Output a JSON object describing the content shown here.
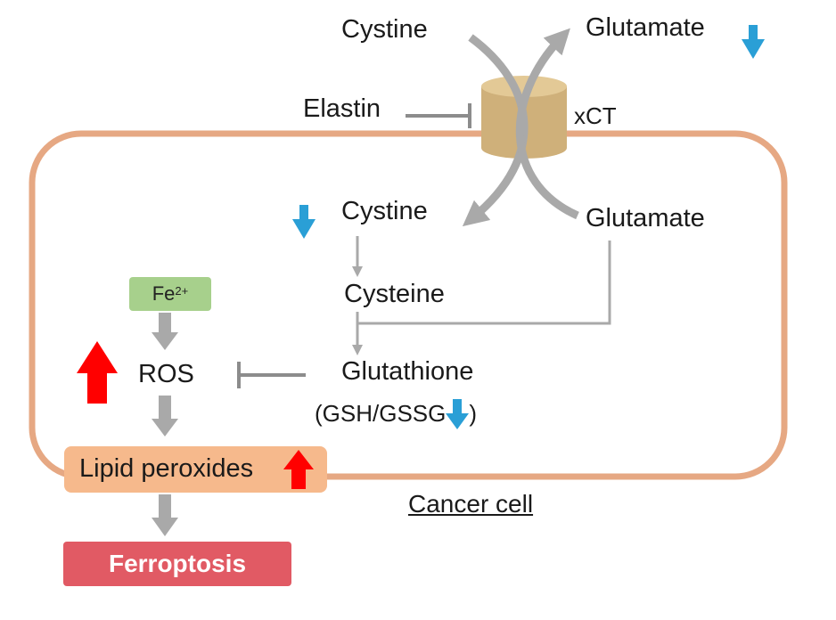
{
  "labels": {
    "cystine_out": "Cystine",
    "glutamate_out": "Glutamate",
    "elastin": "Elastin",
    "xct": "xCT",
    "cystine_in": "Cystine",
    "glutamate_in": "Glutamate",
    "cysteine": "Cysteine",
    "glutathione": "Glutathione",
    "gsh_gssg_open": "(GSH/GSSG",
    "gsh_gssg_close": ")",
    "fe": "Fe",
    "fe_charge": "2+",
    "ros": "ROS",
    "lipid_peroxides": "Lipid peroxides",
    "ferroptosis": "Ferroptosis",
    "cancer_cell": "Cancer cell"
  },
  "colors": {
    "cell_membrane": "#e6a883",
    "pathway_arrow": "#a9a9a9",
    "transporter": "#cfb07a",
    "decrease_arrow": "#2a9fd6",
    "increase_arrow": "#ff0000",
    "fe_box": "#a7d08c",
    "lipid_box": "#f6b98c",
    "ferroptosis_box": "#e15a64"
  },
  "icons": {
    "decrease": "blue-down-arrow-icon",
    "increase": "red-up-arrow-icon"
  }
}
